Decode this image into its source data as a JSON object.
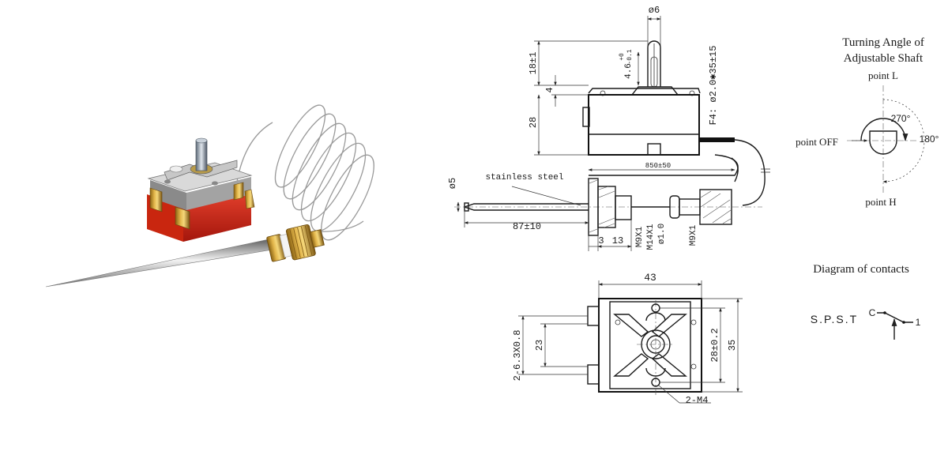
{
  "photo": {
    "icons": [
      "thermostat-photo-icon"
    ]
  },
  "side_view": {
    "dim_shaft_diameter": "ø6",
    "dim_shaft_height": "18±1",
    "dim_flat": "4.6",
    "dim_flat_tol_upper": "+0",
    "dim_flat_tol_lower": "-0.1",
    "dim_step": "4",
    "dim_body_height": "28",
    "dim_capillary": "F4: ø2.0✱35±15",
    "dim_capillary_length": "850±50",
    "label_material": "stainless steel",
    "dim_bulb_diameter": "ø5",
    "dim_bulb_length": "87±10",
    "dim_3": "3",
    "dim_13": "13",
    "thread_m9": "M9X1",
    "thread_m14": "M14X1",
    "dim_capillary_dia": "ø1.0",
    "thread_m9_b": "M9X1"
  },
  "front_view": {
    "dim_width": "43",
    "dim_terminals": "2-6.3X0.8",
    "dim_23": "23",
    "dim_hole_spacing": "28±0.2",
    "dim_35": "35",
    "dim_screws": "2-M4"
  },
  "turning_angle": {
    "title_line1": "Turning Angle of",
    "title_line2": "Adjustable Shaft",
    "point_l": "point L",
    "point_off": "point OFF",
    "point_h": "point H",
    "angle_270": "270°",
    "angle_180": "180°"
  },
  "contacts": {
    "title": "Diagram of contacts",
    "type": "S.P.S.T",
    "terminal_c": "C",
    "terminal_1": "1"
  }
}
